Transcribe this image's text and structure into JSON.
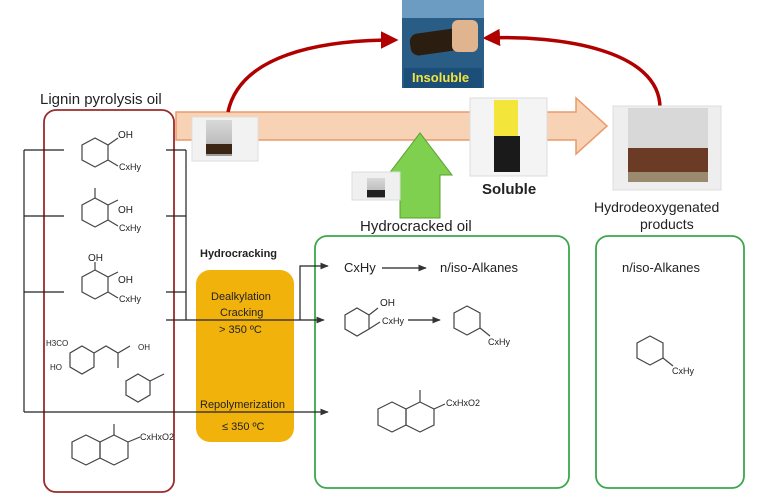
{
  "colors": {
    "red_box": "#9b2b2b",
    "green_box": "#3aa84a",
    "orange_box": "#f2b20c",
    "arrow_fill": "#f8d2b4",
    "arrow_stroke": "#e89a6a",
    "green_arrow": "#7ed04e",
    "red_arrow": "#b00000",
    "bond": "#444444"
  },
  "labels": {
    "lignin_pyrolysis_oil": "Lignin pyrolysis oil",
    "hydrocracking": "Hydrocracking",
    "dealkylation": "Dealkylation",
    "cracking": "Cracking",
    "temp_high": "> 350 ºC",
    "repolymerization": "Repolymerization",
    "temp_low": "≤ 350 ºC",
    "insoluble": "Insoluble",
    "soluble": "Soluble",
    "hydrocracked_oil": "Hydrocracked oil",
    "hdo_line1": "Hydrodeoxygenated",
    "hdo_line2": "products",
    "cxhy": "CxHy",
    "n_iso_alkanes": "n/iso-Alkanes",
    "n_iso_alkanes_2": "n/iso-Alkanes"
  },
  "molecules": {
    "oh": "OH",
    "cxhy": "CxHy",
    "cxhxo2": "CxHxO2",
    "h3co": "H3CO",
    "ho": "HO"
  }
}
